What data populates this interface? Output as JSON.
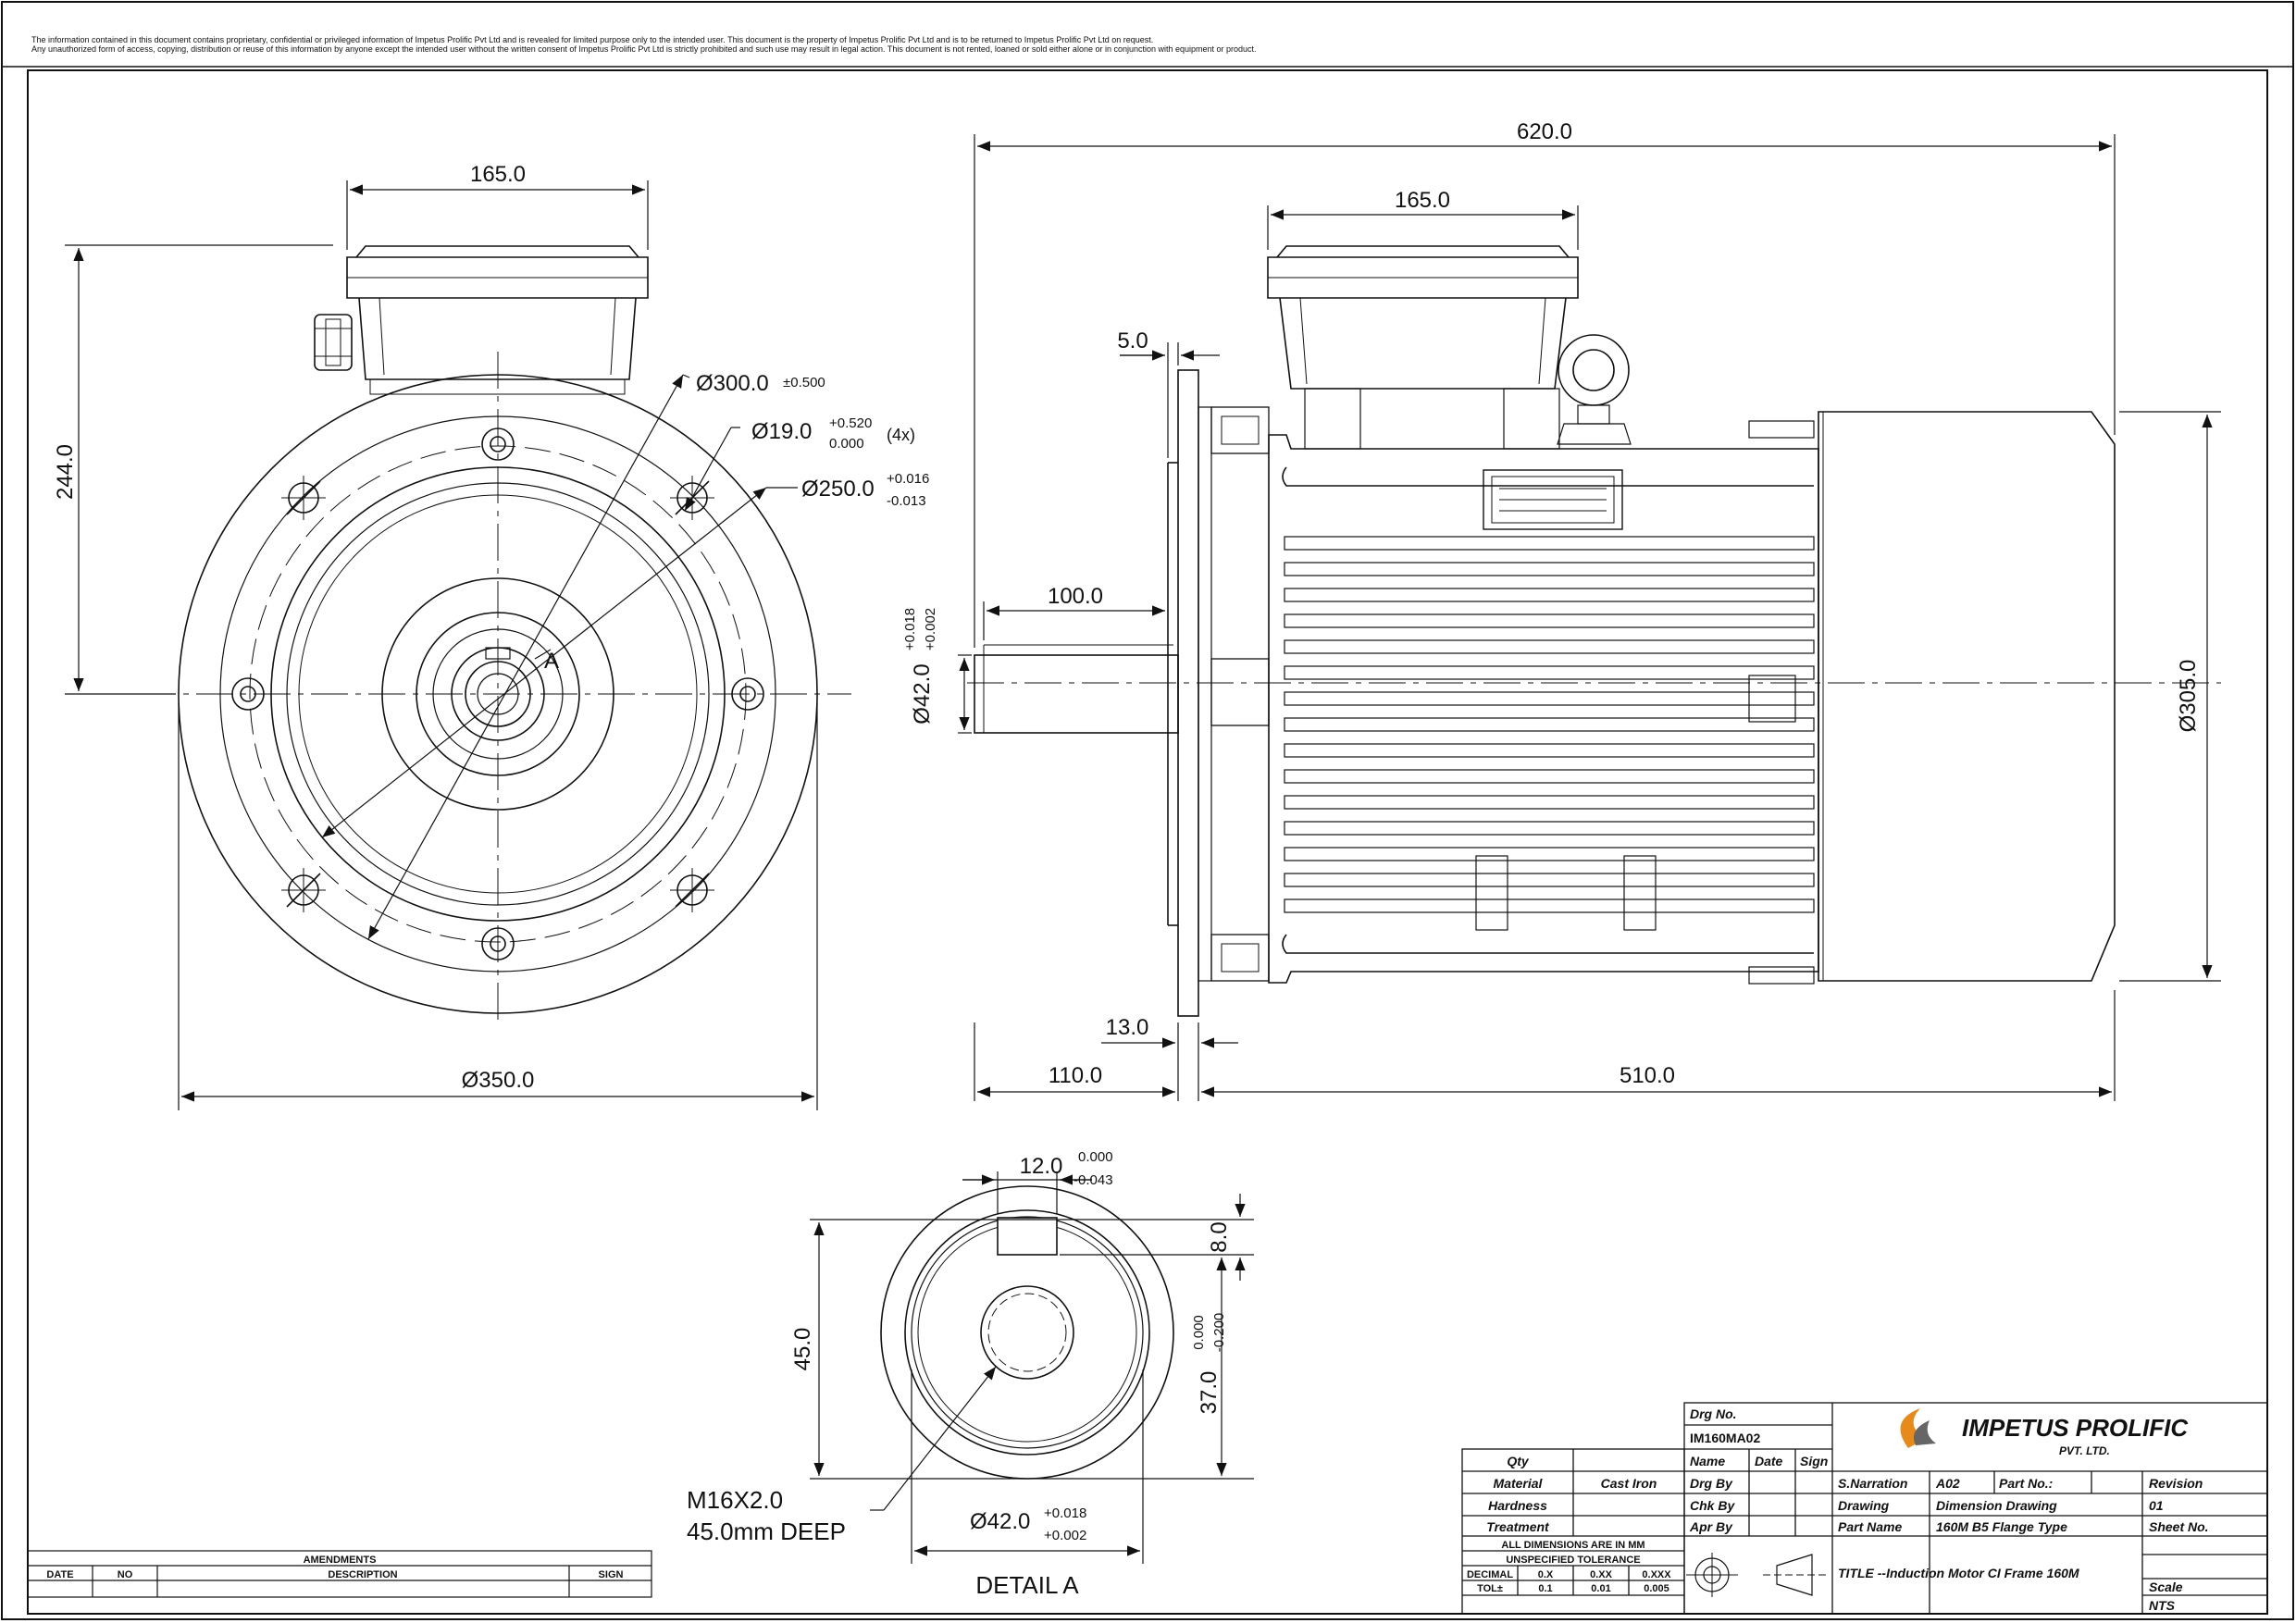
{
  "disclaimer": {
    "line1": "The information contained in this document contains proprietary, confidential or privileged information of Impetus Prolific Pvt Ltd and is revealed for limited purpose only to the intended user.  This document is the property of Impetus Prolific Pvt Ltd and is to be returned to Impetus Prolific Pvt Ltd on request.",
    "line2": "Any unauthorized form of access, copying, distribution or reuse of this information by anyone except the intended user without the written consent of Impetus Prolific Pvt Ltd  is strictly prohibited and such use may result in legal action. This document is not rented, loaned or sold either alone or in conjunction with equipment or product."
  },
  "front_view": {
    "dim_width_top": "165.0",
    "dim_height": "244.0",
    "dim_pcd": "Ø300.0",
    "dim_pcd_tol": "±0.500",
    "dim_hole": "Ø19.0",
    "dim_hole_tol_upper": "+0.520",
    "dim_hole_tol_lower": "0.000",
    "dim_hole_qty": "(4x)",
    "dim_spigot": "Ø250.0",
    "dim_spigot_tol_upper": "+0.016",
    "dim_spigot_tol_lower": "-0.013",
    "dim_flange": "Ø350.0",
    "detail_marker": "A"
  },
  "side_view": {
    "dim_overall": "620.0",
    "dim_terminal_box": "165.0",
    "dim_flange_offset": "5.0",
    "dim_shaft_len": "100.0",
    "dim_shaft_dia": "Ø42.0",
    "dim_shaft_tol_upper": "+0.018",
    "dim_shaft_tol_lower": "+0.002",
    "dim_body_dia": "Ø305.0",
    "dim_flange_thk": "13.0",
    "dim_front": "110.0",
    "dim_body_len": "510.0"
  },
  "detail_a": {
    "dim_key_width": "12.0",
    "dim_key_tol_upper": "0.000",
    "dim_key_tol_lower": "-0.043",
    "dim_key_depth": "8.0",
    "dim_height": "45.0",
    "dim_shaft_height": "37.0",
    "dim_shaft_height_tol_upper": "0.000",
    "dim_shaft_height_tol_lower": "-0.200",
    "thread": "M16X2.0",
    "thread_depth": "45.0mm DEEP",
    "dim_dia": "Ø42.0",
    "dim_dia_tol_upper": "+0.018",
    "dim_dia_tol_lower": "+0.002",
    "title": "DETAIL A"
  },
  "amendments": {
    "title": "AMENDMENTS",
    "columns": [
      "DATE",
      "NO",
      "DESCRIPTION",
      "SIGN"
    ]
  },
  "title_block": {
    "drg_no_label": "Drg No.",
    "drg_no": "IM160MA02",
    "qty_label": "Qty",
    "material_label": "Material",
    "material": "Cast Iron",
    "hardness_label": "Hardness",
    "treatment_label": "Treatment",
    "dims_note": "ALL DIMENSIONS ARE IN MM",
    "tolerance_note": "UNSPECIFIED TOLERANCE",
    "tol_header": [
      "DECIMAL",
      "0.X",
      "0.XX",
      "0.XXX"
    ],
    "tol_values": [
      "TOL±",
      "0.1",
      "0.01",
      "0.005"
    ],
    "name_label": "Name",
    "date_label": "Date",
    "sign_label": "Sign",
    "drg_by": "Drg By",
    "chk_by": "Chk By",
    "apr_by": "Apr By",
    "company": "IMPETUS PROLIFIC",
    "company_sub": "PVT. LTD.",
    "snarration_label": "S.Narration",
    "snarration": "A02",
    "part_no_label": "Part No.:",
    "revision_label": "Revision",
    "revision": "01",
    "drawing_label": "Drawing",
    "drawing": "Dimension Drawing",
    "part_name_label": "Part Name",
    "part_name": "160M B5 Flange Type",
    "sheet_label": "Sheet No.",
    "title": "TITLE --Induction Motor CI Frame 160M",
    "scale_label": "Scale",
    "scale": "NTS"
  }
}
